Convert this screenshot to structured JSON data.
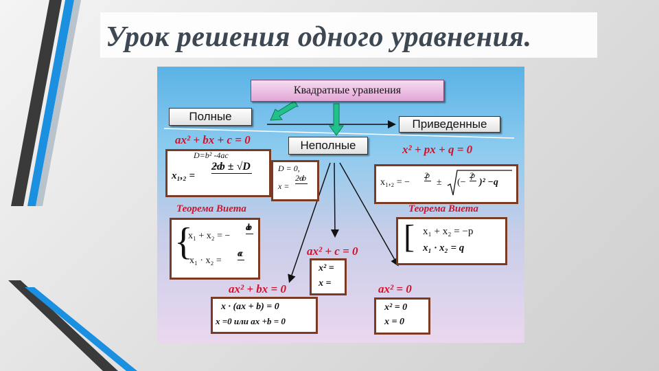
{
  "title": "Урок решения одного уравнения.",
  "diagram": {
    "root": "Квадратные уравнения",
    "full": "Полные",
    "reduced": "Приведенные",
    "incomplete": "Неполные",
    "full_eq": "ax² + bx + c = 0",
    "reduced_eq": "x² + px + q = 0",
    "discriminant": "D=b² -4ac",
    "full_roots_lhs": "x₁,₂ =",
    "full_roots_num": "−b ± √D",
    "full_roots_den": "2a",
    "d0_line1": "D = 0,",
    "d0_lhs": "x =",
    "d0_num": "−b",
    "d0_den": "2a",
    "reduced_roots": "x₁,₂ = −",
    "reduced_p": "p",
    "reduced_two": "2",
    "reduced_pm": "±",
    "reduced_sqrt": "(−",
    "reduced_sq_tail": ")² −q",
    "vieta_left_title": "Теорема Виета",
    "vieta_right_title": "Теорема Виета",
    "vieta_left_sum": "x₁ + x₂ = −",
    "vieta_left_sum_num": "b",
    "vieta_left_sum_den": "a",
    "vieta_left_prod": "x₁ · x₂ =",
    "vieta_left_prod_num": "c",
    "vieta_left_prod_den": "a",
    "vieta_right_sum": "x₁ + x₂ = −p",
    "vieta_right_prod": "x₁ · x₂ = q",
    "case_c_eq": "ax² + c = 0",
    "case_c_l1": "x² =",
    "case_c_l2": "x  =",
    "case_b_eq": "ax² + bx = 0",
    "case_b_l1": "x · (ax + b) = 0",
    "case_b_l2": "x =0 или ax +b = 0",
    "case_0_eq": "ax² = 0",
    "case_0_l1": "x² = 0",
    "case_0_l2": "x  = 0"
  },
  "colors": {
    "accent_red": "#d1132a",
    "box_border": "#7b3b22",
    "arrow_green": "#21c28a",
    "deco_blue": "#1b8fe0",
    "deco_dark": "#3a3a3a"
  }
}
